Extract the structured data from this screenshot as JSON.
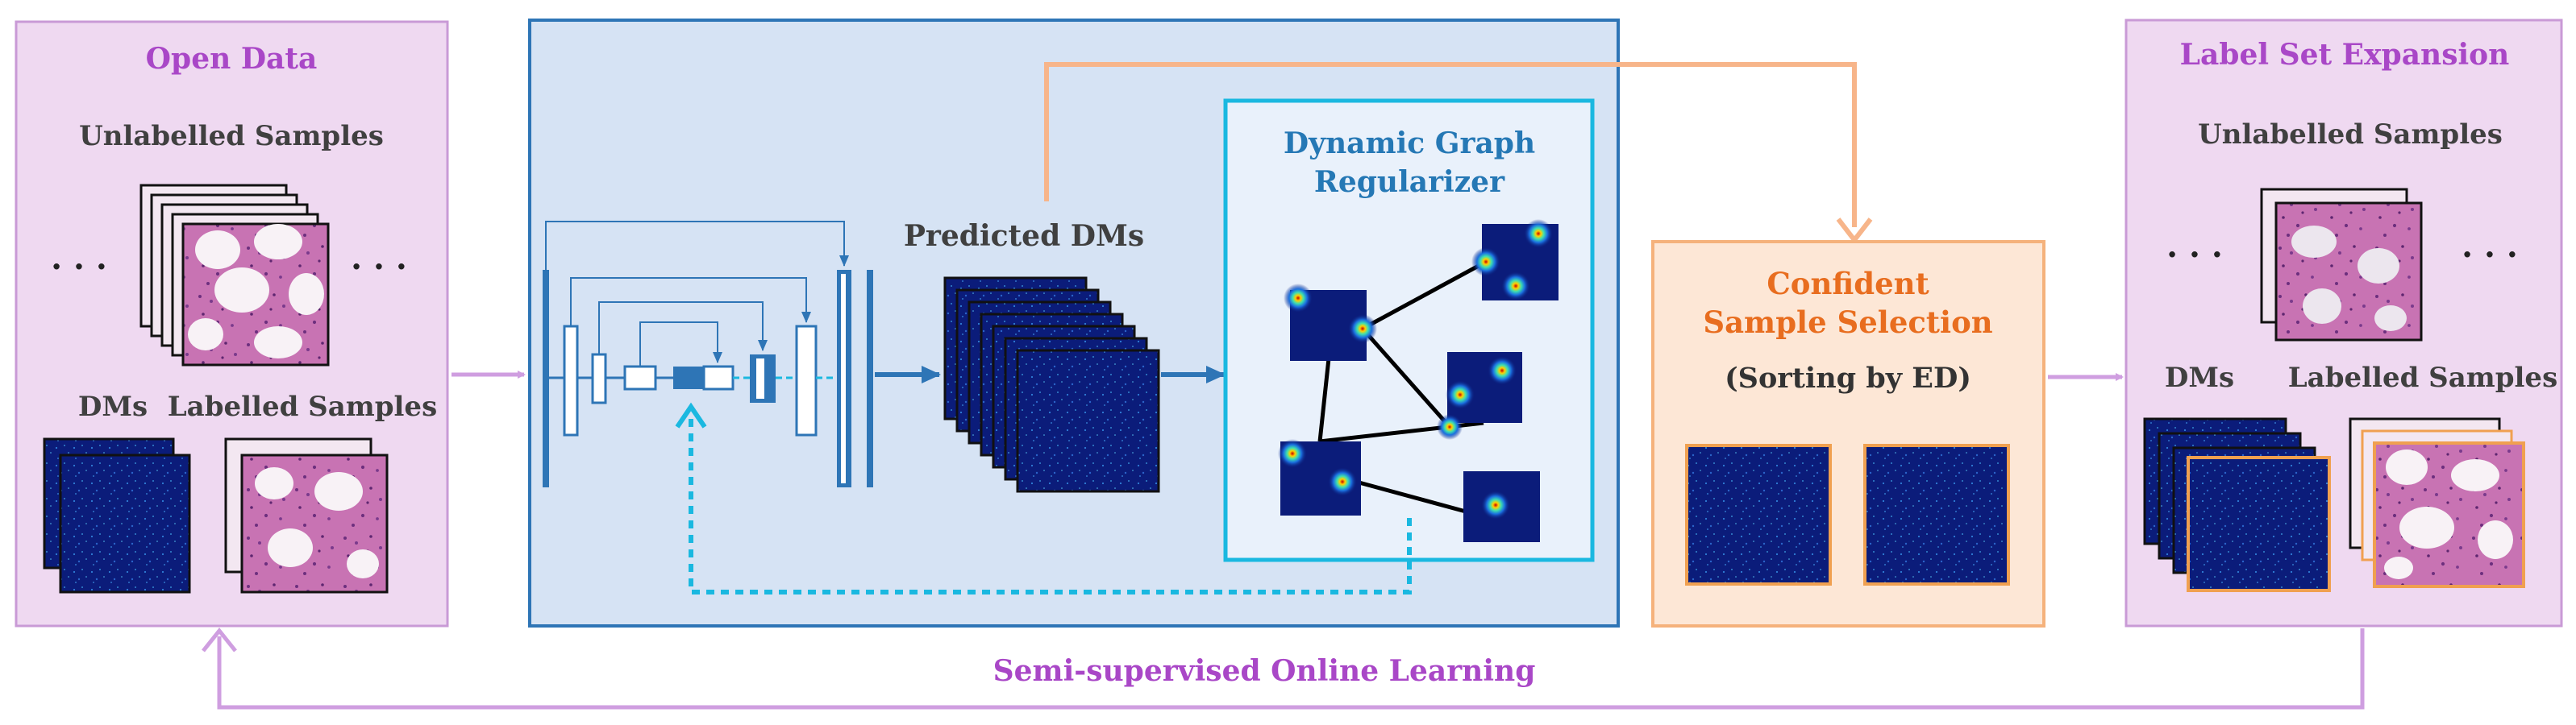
{
  "open_data": {
    "title": "Open Data",
    "unlabelled_label": "Unlabelled  Samples",
    "dms_label": "DMs",
    "labelled_label": "Labelled  Samples",
    "ellipsis": "· · ·"
  },
  "network": {
    "predicted_label": "Predicted  DMs",
    "regularizer_title_line1": "Dynamic  Graph",
    "regularizer_title_line2": "Regularizer"
  },
  "selection": {
    "title_line1": "Confident",
    "title_line2": "Sample  Selection",
    "subtitle": "(Sorting by ED)"
  },
  "expansion": {
    "title": "Label  Set  Expansion",
    "unlabelled_label": "Unlabelled  Samples",
    "dms_label": "DMs",
    "labelled_label": "Labelled  Samples",
    "ellipsis": "· · ·"
  },
  "loop_label": "Semi-supervised  Online  Learning",
  "colors": {
    "purple_fill": "#efd9f1",
    "purple_border": "#c99ad6",
    "purple_text": "#a947c7",
    "blue_panel": "#d6e3f4",
    "blue_border": "#2e75b6",
    "unet_blue": "#2e75b6",
    "cyan": "#1ab8e0",
    "orange_fill": "#fde7d6",
    "orange_border": "#f5b27c",
    "orange_text": "#e86d1f",
    "text_dark": "#404040",
    "regularizer_text": "#2578b5",
    "dm_navy": "#0a1a78",
    "histo_pink": "#d98bbf"
  },
  "icons": [
    "arrow-right-icon",
    "loop-arrow-icon",
    "dashed-feedback-arrow-icon",
    "unet-diagram-icon",
    "density-map-icon",
    "histology-image-icon",
    "graph-node-icon"
  ]
}
